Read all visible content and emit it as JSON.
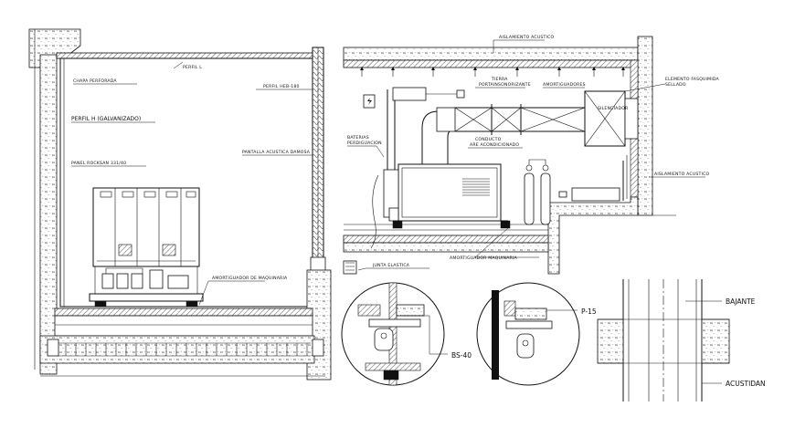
{
  "labels": {
    "perfil_l": "PERFIL L",
    "chapa_perforada": "CHAPA PERFORADA",
    "perfil_heb": "PERFIL HEB-180",
    "perfil_h_galv": "PERFIL H (GALVANIZADO)",
    "pantalla_acustica": "PANTALLA ACUSTICA DAMOSA",
    "panel_rocksan": "PANEL ROCKSAN 331/40",
    "amortiguador_left": "AMORTIGUADOR DE MAQUINARIA",
    "aislamiento_top": "AISLAMIENTO ACUSTICO",
    "tierra": "TIERRA",
    "tierra_sub": "PORTAINSONORIZANTE",
    "amortiguadores": "AMORTIGUADORES",
    "elemento": "ELEMENTO FASQUIMIDA",
    "elemento_sub": "SELLADO",
    "silenciador": "SILENCIADOR",
    "baterias": "BATERIAS",
    "baterias_sub": "PERDIGUACION",
    "conducto": "CONDUCTO",
    "conducto_sub": "ARE ACONDICIONADO",
    "aislamiento_right": "AISLAMIENTO ACUSTICO",
    "junta_elastica": "JUNTA ELASTICA",
    "amortiguador_right": "AMORTIGUADOR MAQUINARIA",
    "p15": "P-15",
    "bs40": "BS-40",
    "bajante": "BAJANTE",
    "acustidan": "ACUSTIDAN"
  },
  "icons": [
    "electrical-hazard-icon",
    "fan-icon"
  ],
  "colors": {
    "line": "#111111",
    "paper": "#ffffff"
  }
}
